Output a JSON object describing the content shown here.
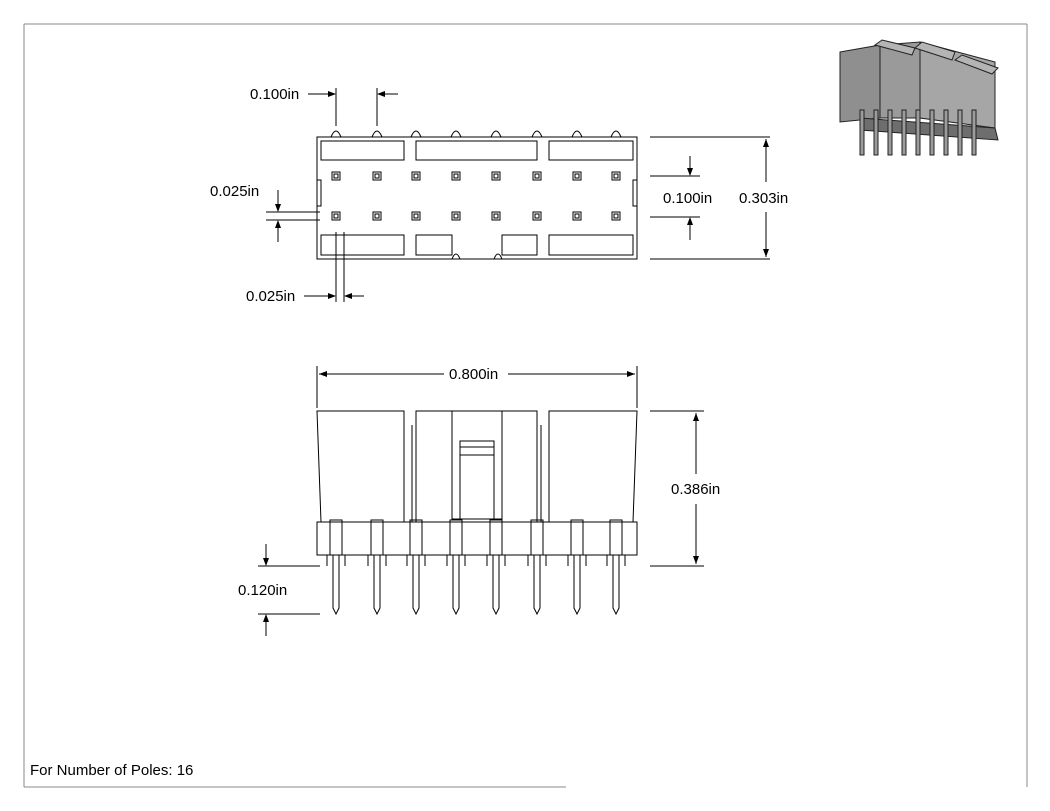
{
  "dimensions": {
    "pitch_top": "0.100in",
    "pad_size_left": "0.025in",
    "pad_size_bottom": "0.025in",
    "row_pitch": "0.100in",
    "total_depth": "0.303in",
    "total_length": "0.800in",
    "body_height": "0.386in",
    "pin_length": "0.120in"
  },
  "note": "For Number of Poles: 16",
  "colors": {
    "line": "#000000",
    "model_fill": "#8c8c8c",
    "model_dark": "#5a5a5a"
  }
}
